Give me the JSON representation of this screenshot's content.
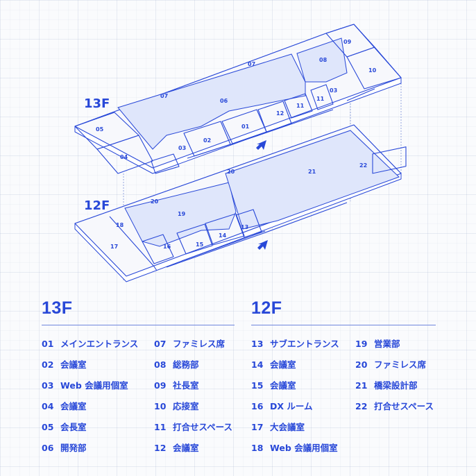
{
  "floors": [
    {
      "name": "13F",
      "items": [
        {
          "no": "01",
          "name": "メインエントランス"
        },
        {
          "no": "02",
          "name": "会議室"
        },
        {
          "no": "03",
          "name": "Web 会議用個室"
        },
        {
          "no": "04",
          "name": "会議室"
        },
        {
          "no": "05",
          "name": "会長室"
        },
        {
          "no": "06",
          "name": "開発部"
        },
        {
          "no": "07",
          "name": "ファミレス席"
        },
        {
          "no": "08",
          "name": "総務部"
        },
        {
          "no": "09",
          "name": "社長室"
        },
        {
          "no": "10",
          "name": "応接室"
        },
        {
          "no": "11",
          "name": "打合せスペース"
        },
        {
          "no": "12",
          "name": "会議室"
        }
      ]
    },
    {
      "name": "12F",
      "items": [
        {
          "no": "13",
          "name": "サブエントランス"
        },
        {
          "no": "14",
          "name": "会議室"
        },
        {
          "no": "15",
          "name": "会議室"
        },
        {
          "no": "16",
          "name": "DX ルーム"
        },
        {
          "no": "17",
          "name": "大会議室"
        },
        {
          "no": "18",
          "name": "Web 会議用個室"
        },
        {
          "no": "19",
          "name": "営業部"
        },
        {
          "no": "20",
          "name": "ファミレス席"
        },
        {
          "no": "21",
          "name": "橋梁設計部"
        },
        {
          "no": "22",
          "name": "打合せスペース"
        }
      ]
    }
  ],
  "diagram": {
    "floor_13": "13F",
    "floor_12": "12F",
    "rooms_13": [
      "01",
      "02",
      "03",
      "03",
      "04",
      "05",
      "06",
      "07",
      "07",
      "08",
      "09",
      "10",
      "11",
      "11",
      "12"
    ],
    "rooms_12": [
      "13",
      "14",
      "15",
      "16",
      "17",
      "18",
      "19",
      "20",
      "20",
      "21",
      "22"
    ]
  },
  "colors": {
    "accent": "#2848d8",
    "room_fill": "#dfe6fb",
    "background": "#fafbfd"
  }
}
